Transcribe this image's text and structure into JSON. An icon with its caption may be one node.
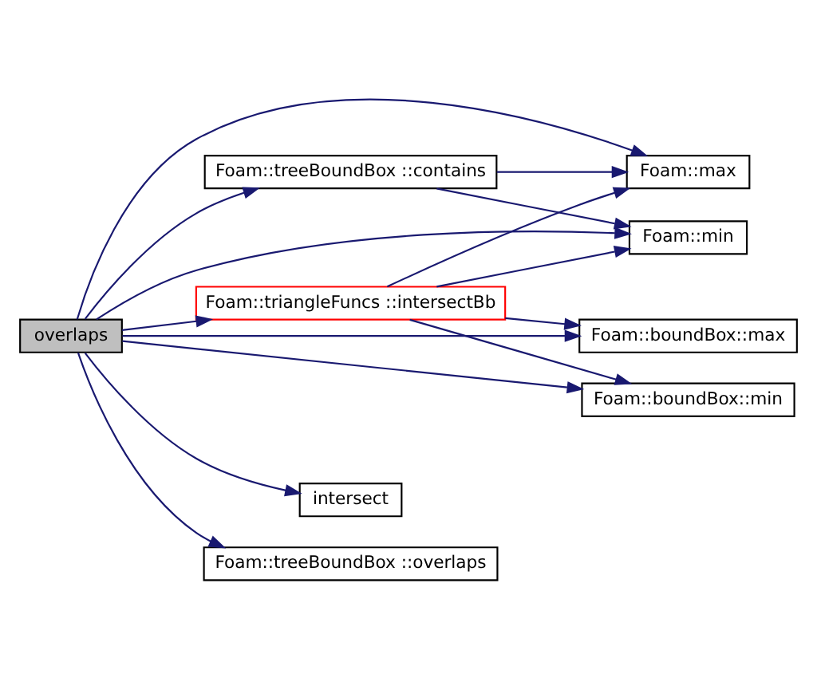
{
  "diagram": {
    "nodes": [
      {
        "text": [
          "overlaps"
        ]
      },
      {
        "text": [
          "Foam::treeBoundBox ::contains"
        ]
      },
      {
        "text": [
          "Foam::triangleFuncs ::intersectBb"
        ]
      },
      {
        "text": [
          "intersect"
        ]
      },
      {
        "text": [
          "Foam::treeBoundBox ::overlaps"
        ]
      },
      {
        "text": [
          "Foam::max"
        ]
      },
      {
        "text": [
          "Foam::min"
        ]
      },
      {
        "text": [
          "Foam::boundBox::max"
        ]
      },
      {
        "text": [
          "Foam::boundBox::min"
        ]
      }
    ],
    "edges": [
      {
        "from": 0,
        "to": 5,
        "arrow": "to"
      },
      {
        "from": 0,
        "to": 1,
        "arrow": "to"
      },
      {
        "from": 0,
        "to": 6,
        "arrow": "to"
      },
      {
        "from": 0,
        "to": 2,
        "arrow": "to"
      },
      {
        "from": 0,
        "to": 7,
        "arrow": "to"
      },
      {
        "from": 0,
        "to": 8,
        "arrow": "to"
      },
      {
        "from": 0,
        "to": 3,
        "arrow": "to"
      },
      {
        "from": 0,
        "to": 4,
        "arrow": "to"
      },
      {
        "from": 1,
        "to": 5,
        "arrow": "to"
      },
      {
        "from": 1,
        "to": 6,
        "arrow": "to"
      },
      {
        "from": 2,
        "to": 5,
        "arrow": "to"
      },
      {
        "from": 2,
        "to": 6,
        "arrow": "to"
      },
      {
        "from": 2,
        "to": 7,
        "arrow": "to"
      },
      {
        "from": 2,
        "to": 8,
        "arrow": "to"
      }
    ]
  }
}
